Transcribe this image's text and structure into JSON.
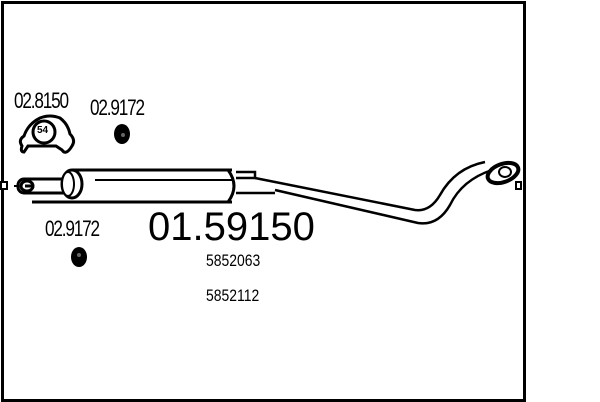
{
  "diagram": {
    "main_part_number": "01.59150",
    "oe_numbers": [
      "5852063",
      "5852112"
    ],
    "accessories": [
      {
        "code": "02.8150",
        "type": "clamp",
        "badge": "54"
      },
      {
        "code": "02.9172",
        "type": "rubber-mount-upper"
      },
      {
        "code": "02.9172",
        "type": "rubber-mount-lower"
      }
    ],
    "colors": {
      "line": "#000000",
      "background": "#ffffff"
    }
  }
}
